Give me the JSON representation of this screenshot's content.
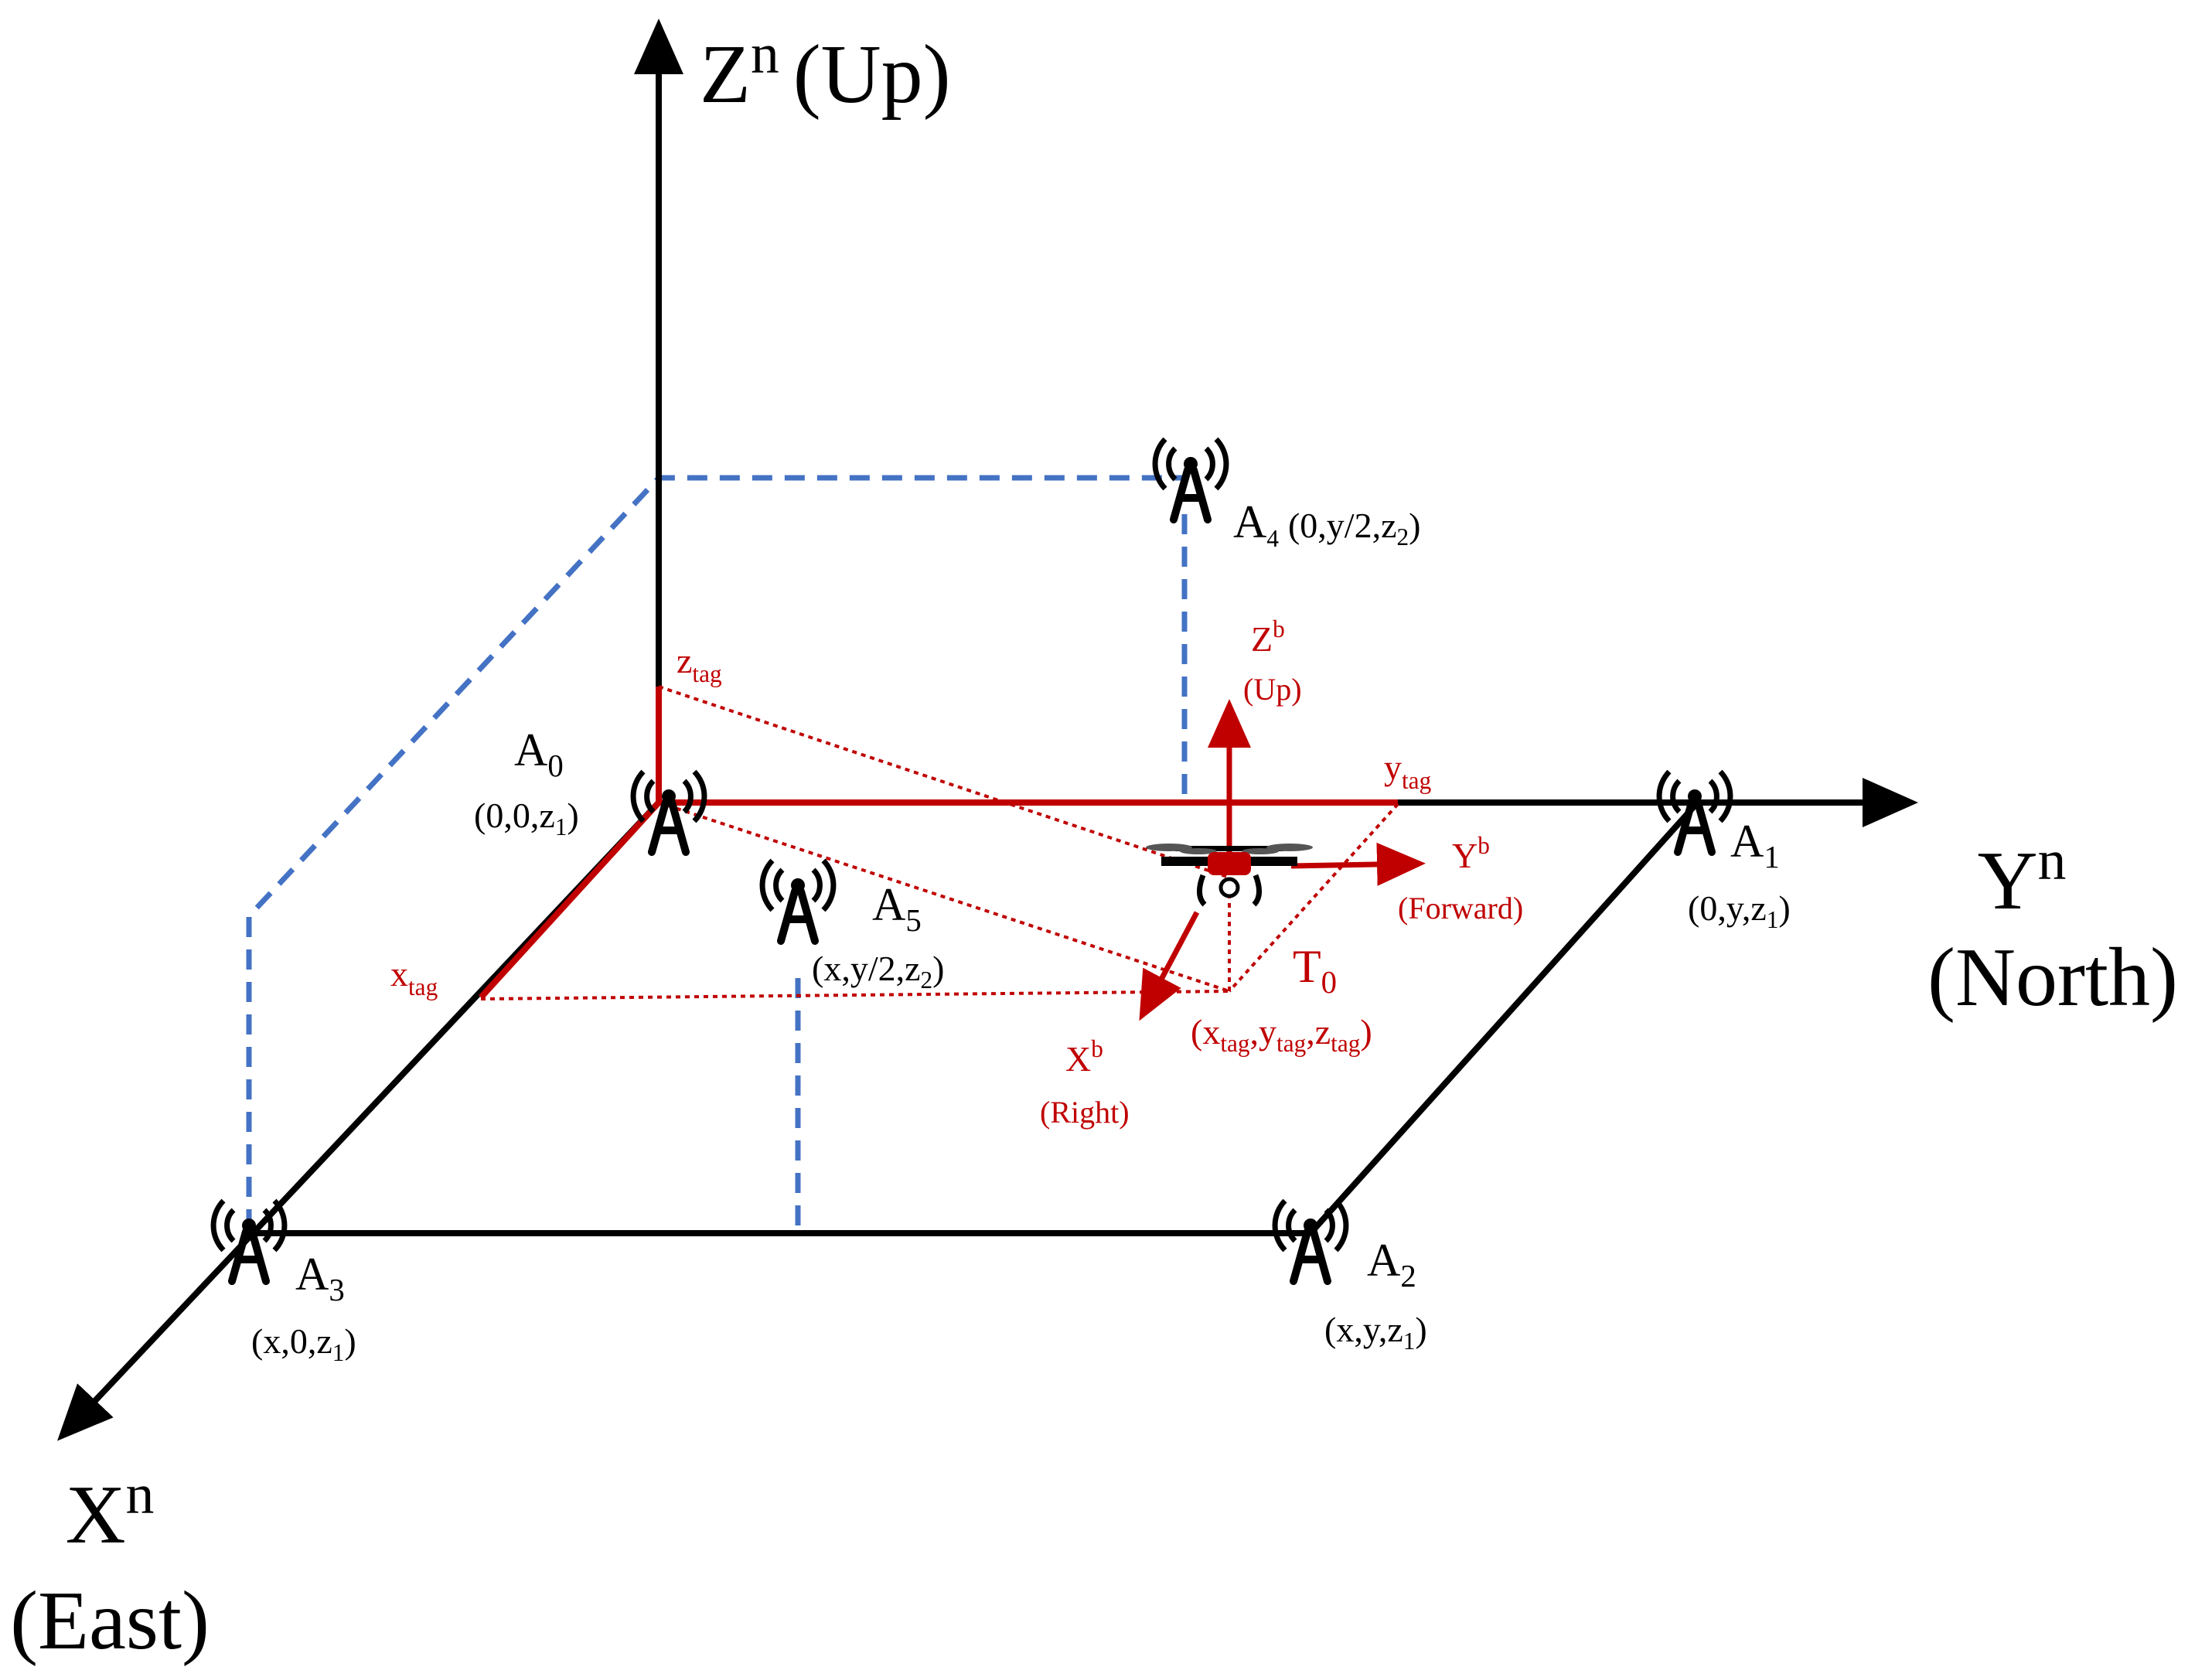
{
  "axes": {
    "z": {
      "symbol": "Z",
      "sup": "n",
      "name": "(Up)"
    },
    "y": {
      "symbol": "Y",
      "sup": "n",
      "name": "(North)"
    },
    "x": {
      "symbol": "X",
      "sup": "n",
      "name": "(East)"
    }
  },
  "anchors": [
    {
      "id": "A0",
      "letter": "A",
      "sub": "0",
      "coord": {
        "a": "(0,0,z",
        "sub": "1",
        "b": ")"
      }
    },
    {
      "id": "A1",
      "letter": "A",
      "sub": "1",
      "coord": {
        "a": "(0,y,z",
        "sub": "1",
        "b": ")"
      }
    },
    {
      "id": "A2",
      "letter": "A",
      "sub": "2",
      "coord": {
        "a": "(x,y,z",
        "sub": "1",
        "b": ")"
      }
    },
    {
      "id": "A3",
      "letter": "A",
      "sub": "3",
      "coord": {
        "a": "(x,0,z",
        "sub": "1",
        "b": ")"
      }
    },
    {
      "id": "A4",
      "letter": "A",
      "sub": "4",
      "coord": {
        "a": "(0,y/2,z",
        "sub": "2",
        "b": ")"
      }
    },
    {
      "id": "A5",
      "letter": "A",
      "sub": "5",
      "coord": {
        "a": "(x,y/2,z",
        "sub": "2",
        "b": ")"
      }
    }
  ],
  "tag": {
    "x_main": "x",
    "y_main": "y",
    "z_main": "z",
    "sub": "tag",
    "point": {
      "letter": "T",
      "sub": "0"
    },
    "coord": {
      "open": "(x",
      "sub": "tag",
      "y": ",y",
      "z": ",z",
      "close": ")"
    }
  },
  "body_frame": {
    "z": {
      "symbol": "Z",
      "sup": "b",
      "name": "(Up)"
    },
    "y": {
      "symbol": "Y",
      "sup": "b",
      "name": "(Forward)"
    },
    "x": {
      "symbol": "X",
      "sup": "b",
      "name": "(Right)"
    }
  },
  "colors": {
    "axis": "#000000",
    "red": "#c00000",
    "blue": "#4472c4"
  }
}
